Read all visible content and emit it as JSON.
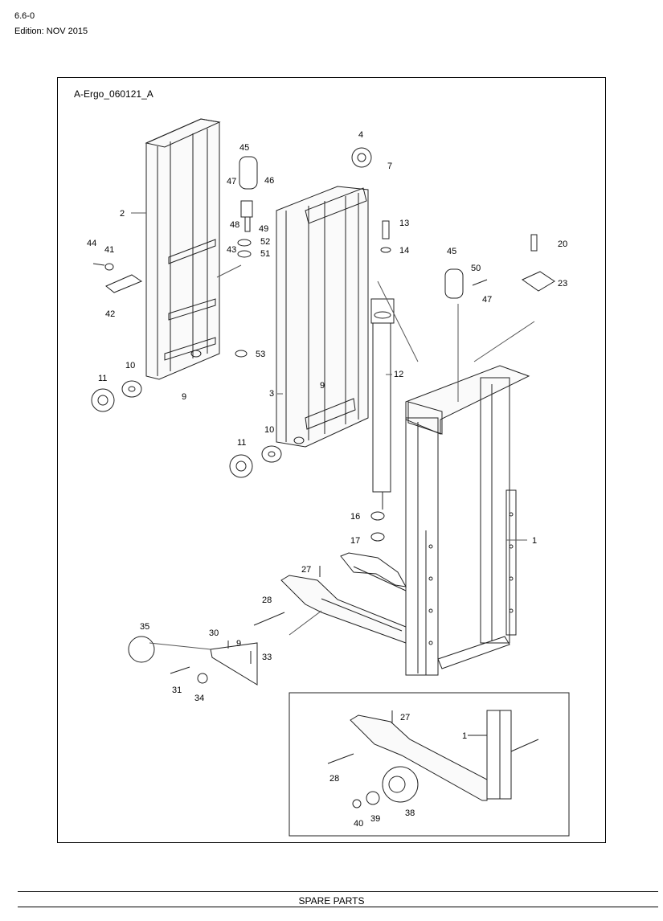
{
  "header": {
    "page_number": "6.6-0",
    "edition": "Edition: NOV 2015"
  },
  "drawing": {
    "title": "A-Ergo_060121_A"
  },
  "callouts": [
    "1",
    "2",
    "3",
    "4",
    "7",
    "9",
    "9",
    "9",
    "10",
    "10",
    "11",
    "11",
    "12",
    "13",
    "14",
    "16",
    "17",
    "20",
    "23",
    "27",
    "27",
    "28",
    "28",
    "30",
    "31",
    "33",
    "34",
    "35",
    "38",
    "39",
    "40",
    "41",
    "42",
    "43",
    "44",
    "45",
    "45",
    "46",
    "47",
    "47",
    "48",
    "49",
    "50",
    "51",
    "52",
    "53",
    "1"
  ],
  "footer": {
    "text": "SPARE PARTS"
  }
}
